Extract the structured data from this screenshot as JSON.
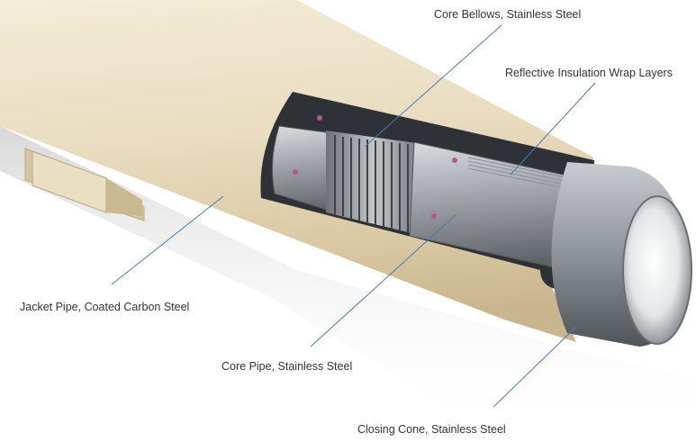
{
  "labels": {
    "core_bellows": "Core Bellows, Stainless Steel",
    "reflective_insulation": "Reflective Insulation Wrap Layers",
    "jacket_pipe": "Jacket Pipe, Coated Carbon Steel",
    "core_pipe": "Core Pipe, Stainless Steel",
    "closing_cone": "Closing Cone, Stainless Steel"
  },
  "colors": {
    "jacket": "#e9dcbf",
    "steel": "#9a9ea4",
    "leader_line": "#4a78b5",
    "label_text": "#333333"
  }
}
